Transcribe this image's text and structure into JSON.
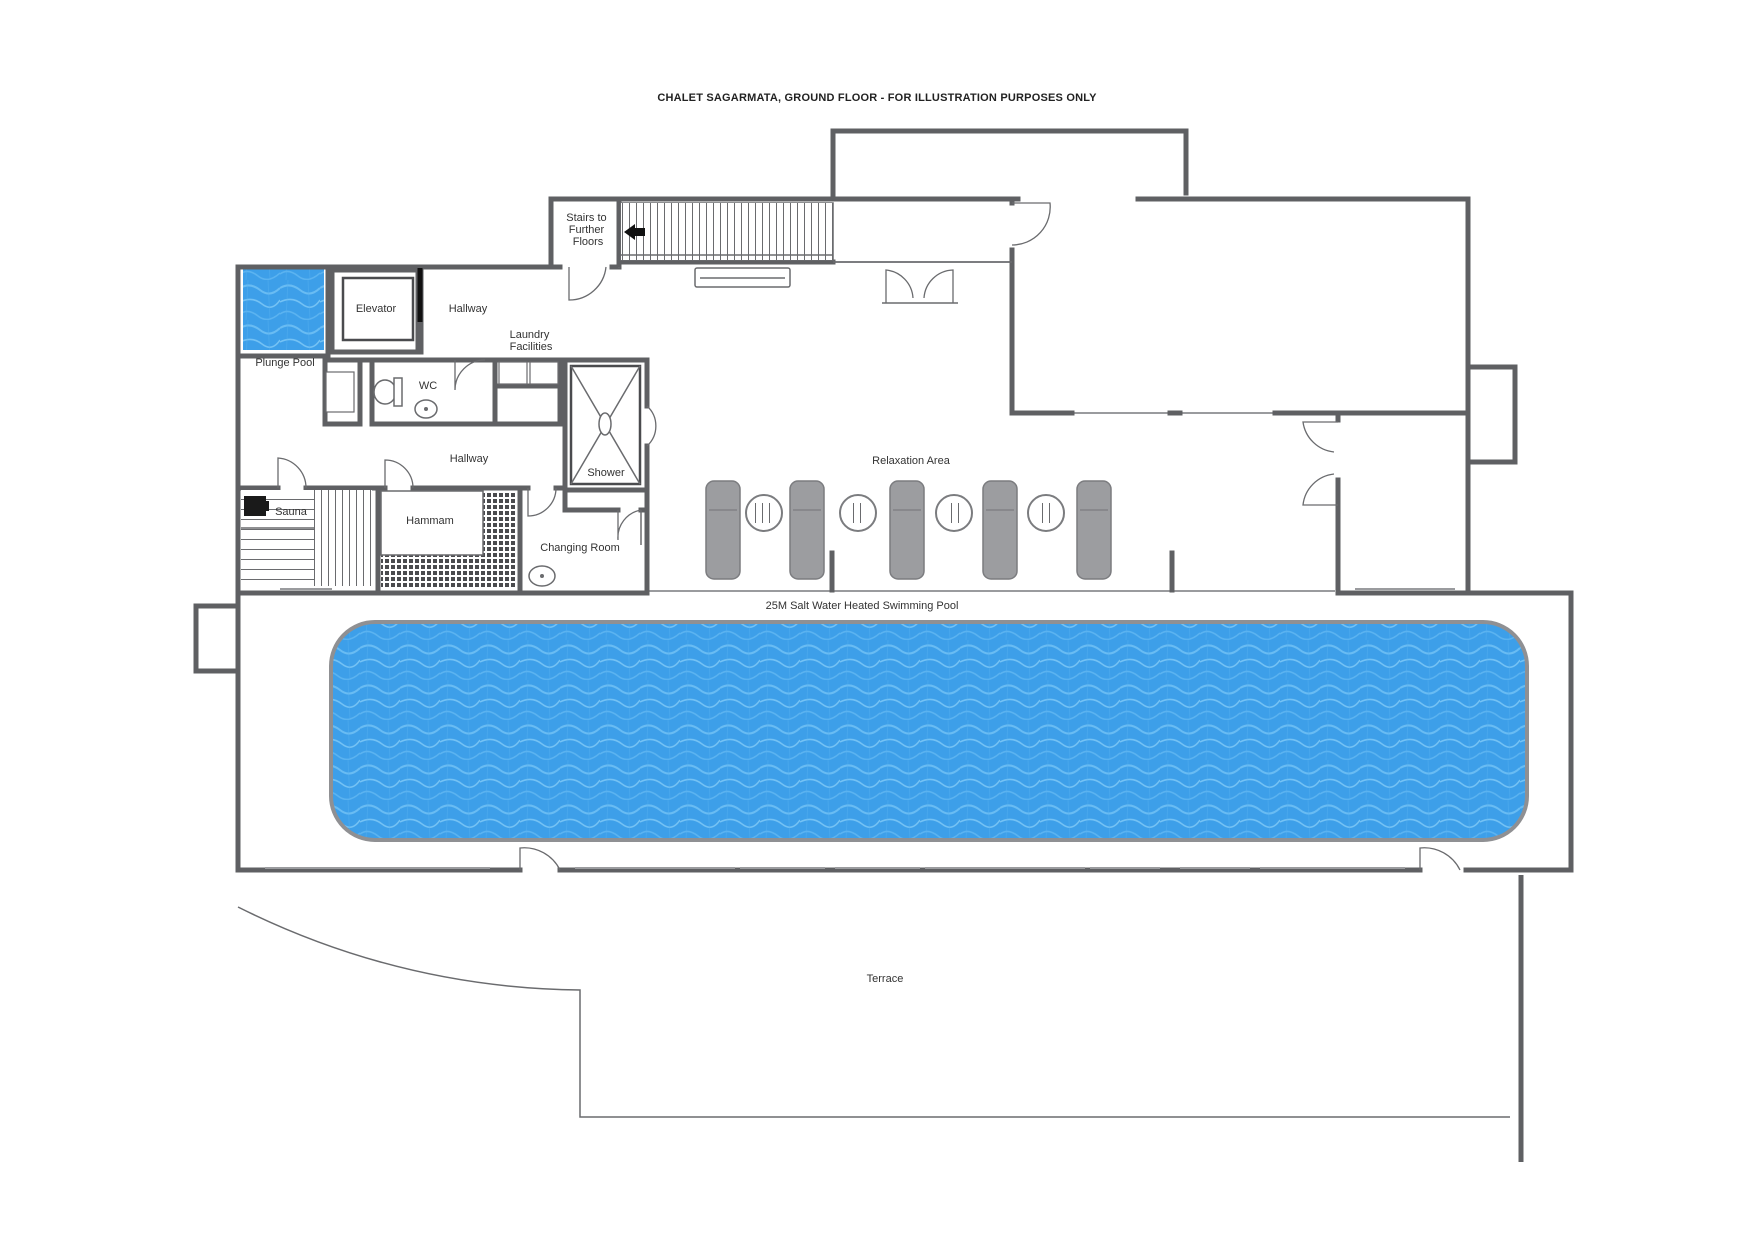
{
  "title": "CHALET SAGARMATA, GROUND FLOOR - FOR ILLUSTRATION PURPOSES ONLY",
  "rooms": {
    "stairs": "Stairs to Further Floors",
    "elevator": "Elevator",
    "hallway_upper": "Hallway",
    "laundry": "Laundry Facilities",
    "plunge_pool": "Plunge Pool",
    "wc": "WC",
    "shower": "Shower",
    "hallway_lower": "Hallway",
    "relaxation": "Relaxation Area",
    "sauna": "Sauna",
    "hammam": "Hammam",
    "changing": "Changing Room",
    "swimming_pool": "25M Salt Water Heated Swimming Pool",
    "terrace": "Terrace"
  },
  "colors": {
    "wall": "#5f6063",
    "water": "#3b9ee8",
    "water_light": "#8fd2fb"
  }
}
